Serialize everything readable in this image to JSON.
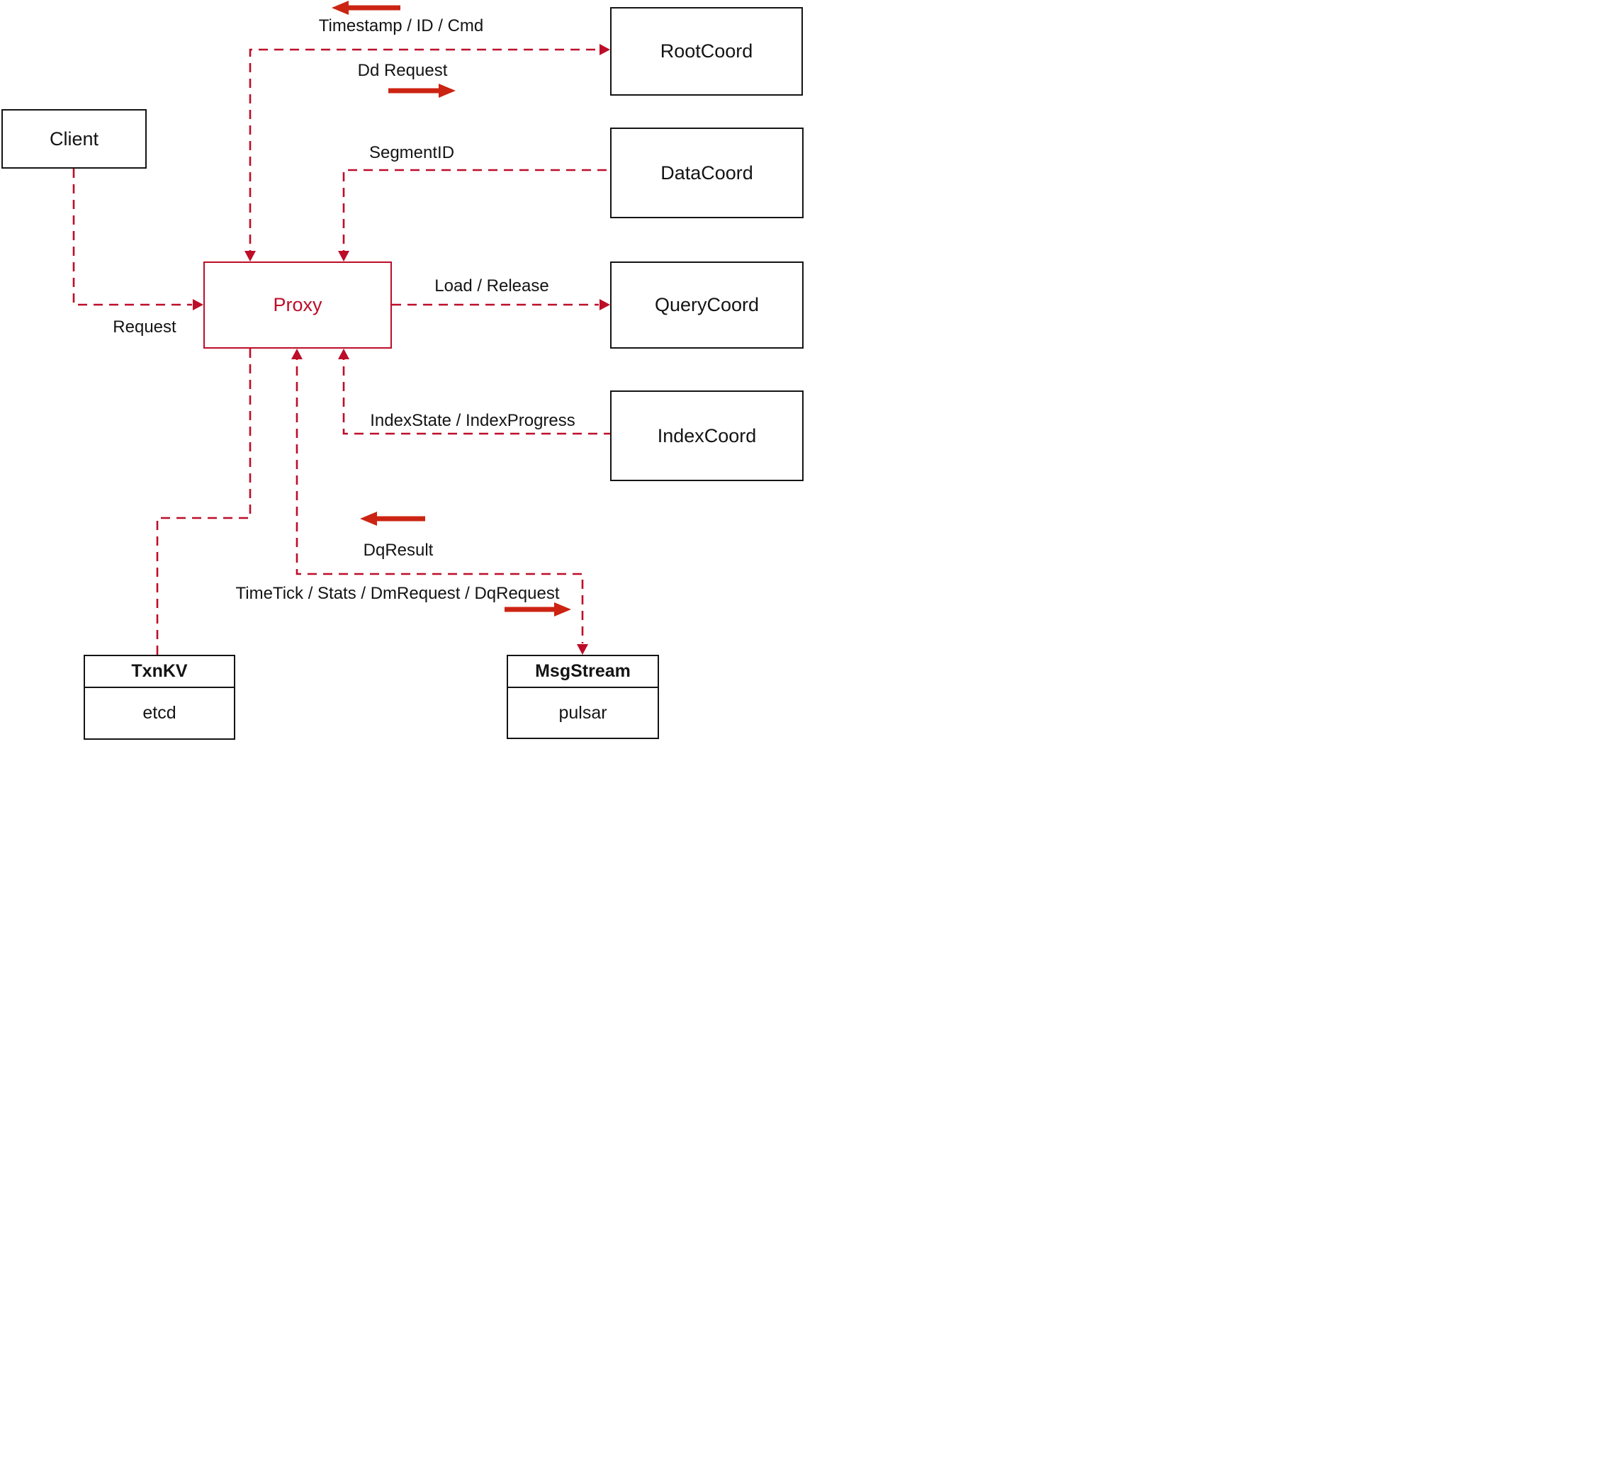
{
  "diagram": {
    "nodes": {
      "client": {
        "label": "Client"
      },
      "proxy": {
        "label": "Proxy"
      },
      "rootcoord": {
        "label": "RootCoord"
      },
      "datacoord": {
        "label": "DataCoord"
      },
      "querycoord": {
        "label": "QueryCoord"
      },
      "indexcoord": {
        "label": "IndexCoord"
      },
      "txnkv": {
        "title": "TxnKV",
        "impl": "etcd"
      },
      "msgstream": {
        "title": "MsgStream",
        "impl": "pulsar"
      }
    },
    "edge_labels": {
      "request": "Request",
      "timestamp_id_cmd": "Timestamp / ID / Cmd",
      "dd_request": "Dd Request",
      "segment_id": "SegmentID",
      "load_release": "Load / Release",
      "index_state_progress": "IndexState / IndexProgress",
      "dq_result": "DqResult",
      "timetick_stats": "TimeTick / Stats / DmRequest / DqRequest"
    },
    "colors": {
      "dashed_line": "#bd0d28",
      "solid_arrow": "#cc2413",
      "box_border": "#141414",
      "proxy_accent": "#bd0d28"
    }
  }
}
